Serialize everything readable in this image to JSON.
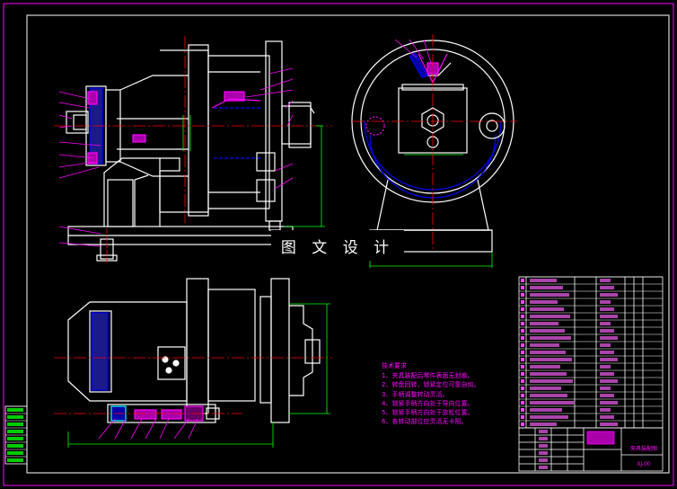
{
  "watermark": "图 文 设 计",
  "notes": {
    "title": "技术要求",
    "items": [
      "1、夹具装配后零件表面无划痕。",
      "2、转盘回转，锁紧定位可靠自如。",
      "3、手柄调整转动灵活。",
      "4、锁紧手柄方向处于导向位置。",
      "5、锁紧手柄方向处于放松位置。",
      "6、各转动部位应灵活无卡阻。"
    ]
  },
  "title_block": {
    "name": "夹具装配图",
    "code": "XJ-00"
  },
  "colors": {
    "frame": "#ff00ff",
    "outline": "#ffffff",
    "center": "#ff0000",
    "dim": "#00ff00",
    "hidden": "#0000ff",
    "cyan": "#00ffff",
    "yellow": "#ffff00"
  }
}
